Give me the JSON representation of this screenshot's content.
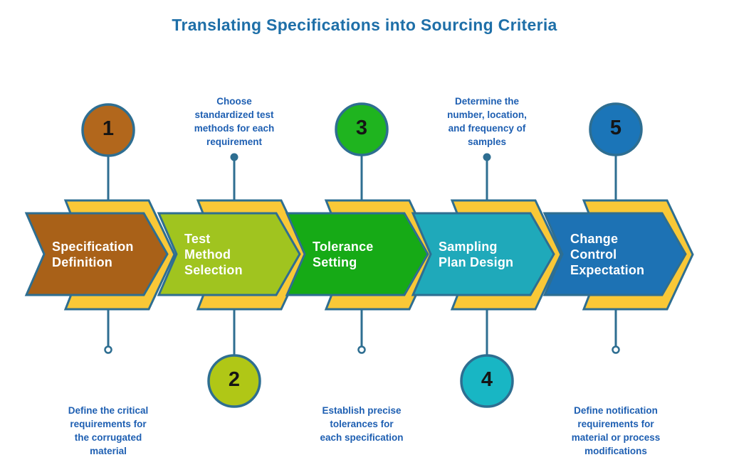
{
  "title": "Translating Specifications into Sourcing Criteria",
  "colors": {
    "background": "#ffffff",
    "title_text": "#1e6fa8",
    "description_text": "#1e5fb2",
    "label_text": "#ffffff",
    "number_text": "#151515",
    "outline": "#2e6e91",
    "banner_yellow": "#f9c837"
  },
  "steps": [
    {
      "number": "1",
      "label": "Specification\nDefinition",
      "description": "Define the critical\nrequirements for\nthe corrugated\nmaterial",
      "description_position": "bottom",
      "arrow_color": "#a96118",
      "circle_color": "#b2671c"
    },
    {
      "number": "2",
      "label": "Test\nMethod\nSelection",
      "description": "Choose\nstandardized test\nmethods for each\nrequirement",
      "description_position": "top",
      "arrow_color": "#a0c41f",
      "circle_color": "#b0c716"
    },
    {
      "number": "3",
      "label": "Tolerance\nSetting",
      "description": "Establish precise\ntolerances for\neach specification",
      "description_position": "bottom",
      "arrow_color": "#16aa16",
      "circle_color": "#1fb41f"
    },
    {
      "number": "4",
      "label": "Sampling\nPlan Design",
      "description": "Determine the\nnumber, location,\nand frequency of\nsamples",
      "description_position": "top",
      "arrow_color": "#1fa9ba",
      "circle_color": "#18b6c4"
    },
    {
      "number": "5",
      "label": "Change\nControl\nExpectation",
      "description": "Define notification\nrequirements for\nmaterial or process\nmodifications",
      "description_position": "bottom",
      "arrow_color": "#1d72b4",
      "circle_color": "#1b75b8"
    }
  ]
}
